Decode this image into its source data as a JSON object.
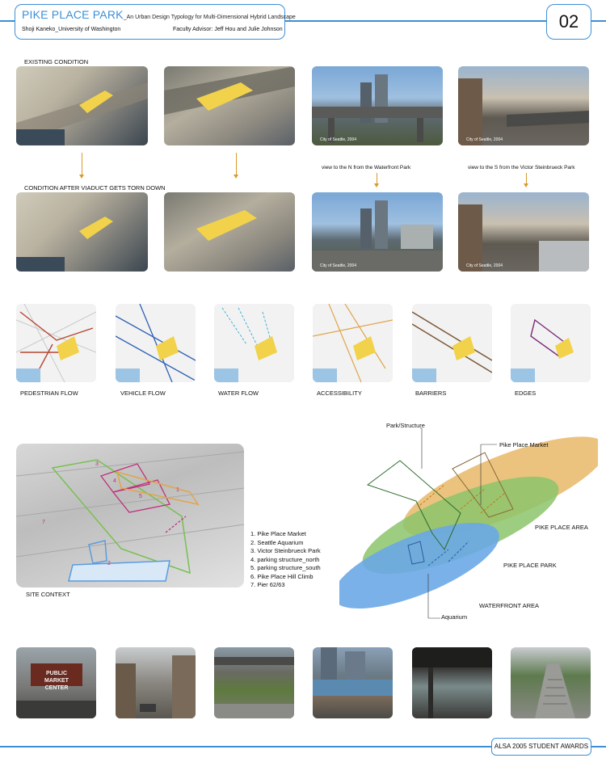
{
  "header": {
    "title": "PIKE PLACE PARK",
    "subtitle": "_An Urban Design Typology for Multi-Dimensional Hybrid Landscape",
    "author": "Shoji Kaneko_University of Washington",
    "advisor": "Faculty Advisor: Jeff Hou and Julie Johnson",
    "page_number": "02"
  },
  "sections": {
    "existing": "EXISTING CONDITION",
    "after": "CONDITION AFTER VIADUCT GETS TORN DOWN",
    "site_context": "SITE CONTEXT"
  },
  "photo_captions": {
    "north": "view to the N from the Waterfront Park",
    "south": "view to the S from the Victor Steinbrueck Park",
    "credit": "City of Seattle, 2004"
  },
  "diagrams": [
    {
      "label": "PEDESTRIAN FLOW",
      "color": "#b5452f"
    },
    {
      "label": "VEHICLE FLOW",
      "color": "#2e5fb5"
    },
    {
      "label": "WATER FLOW",
      "color": "#44b2d6"
    },
    {
      "label": "ACCESSIBILITY",
      "color": "#e0a54a"
    },
    {
      "label": "BARRIERS",
      "color": "#7a5a3a"
    },
    {
      "label": "EDGES",
      "color": "#7a2a7a"
    }
  ],
  "legend": [
    "1. Pike Place Market",
    "2. Seattle Aquarium",
    "3. Victor Steinbrueck Park",
    "4. parking structure_north",
    "5. parking structure_south",
    "6. Pike Place Hill Climb",
    "7. Pier 62/63"
  ],
  "context_numbers": [
    "1",
    "2",
    "3",
    "4",
    "5",
    "7"
  ],
  "venn": {
    "park_structure": "Park/Structure",
    "pike_place_market": "Pike Place Market",
    "pike_place_area": "PIKE PLACE AREA",
    "pike_place_park": "PIKE PLACE PARK",
    "waterfront_area": "WATERFRONT AREA",
    "aquarium": "Aquarium"
  },
  "market_sign": "PUBLIC MARKET CENTER",
  "footer": "ALSA 2005 STUDENT AWARDS",
  "colors": {
    "accent": "#3d8fd6",
    "orange": "#e8b868",
    "green": "#8cc46a",
    "blue": "#6aa8e6",
    "highlight": "#f2d24a"
  }
}
